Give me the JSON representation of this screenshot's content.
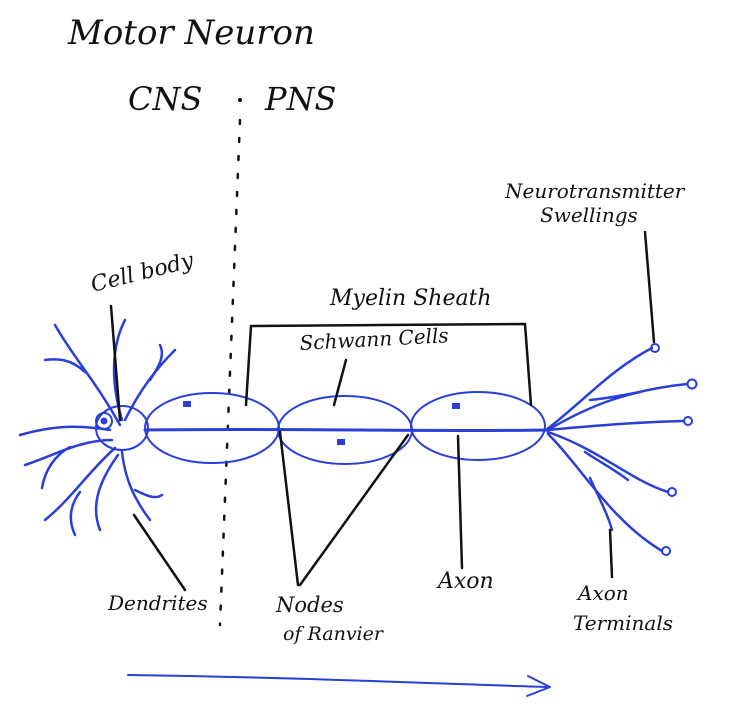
{
  "diagram": {
    "title": "Motor Neuron",
    "regions": {
      "cns": "CNS",
      "pns": "PNS"
    },
    "labels": {
      "cell_body": "Cell body",
      "myelin_sheath": "Myelin Sheath",
      "schwann_cells": "Schwann Cells",
      "neurotransmitter_line1": "Neurotransmitter",
      "neurotransmitter_line2": "Swellings",
      "dendrites": "Dendrites",
      "nodes_line1": "Nodes",
      "nodes_line2": "of Ranvier",
      "axon": "Axon",
      "axon_terminals_line1": "Axon",
      "axon_terminals_line2": "Terminals"
    }
  },
  "colors": {
    "neuron": "#2a3ed8",
    "ink": "#111111",
    "background": "#ffffff"
  }
}
